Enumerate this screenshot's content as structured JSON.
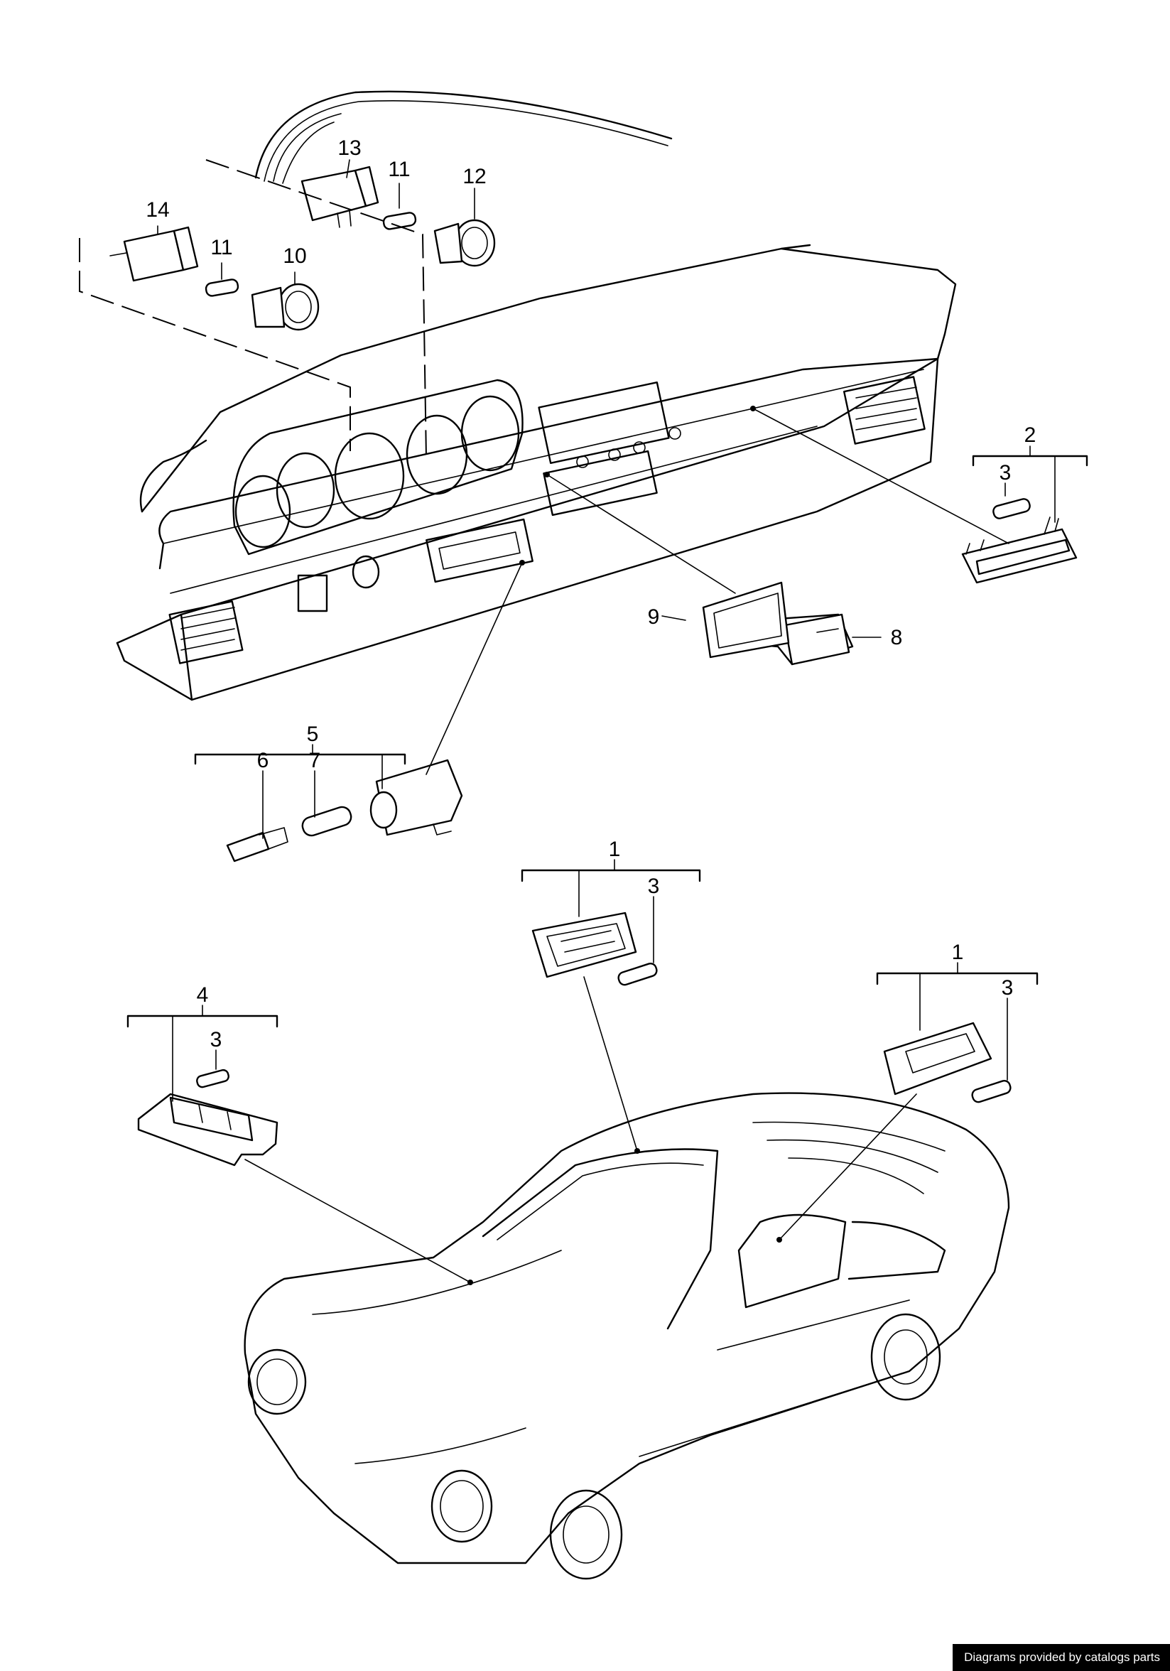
{
  "callouts": {
    "c1a": "1",
    "c1b": "1",
    "c2": "2",
    "c3a": "3",
    "c3b": "3",
    "c3c": "3",
    "c3d": "3",
    "c4": "4",
    "c5": "5",
    "c6": "6",
    "c7": "7",
    "c8": "8",
    "c9": "9",
    "c10": "10",
    "c11a": "11",
    "c11b": "11",
    "c12": "12",
    "c13": "13",
    "c14": "14"
  },
  "credit": "Diagrams provided by catalogs parts"
}
